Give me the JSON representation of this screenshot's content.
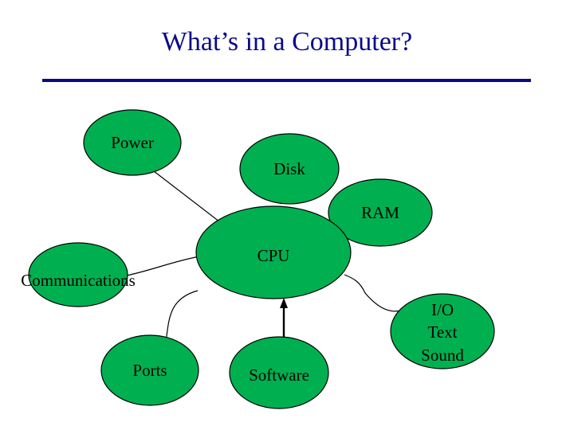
{
  "slide": {
    "title": "What’s in a Computer?"
  },
  "colors": {
    "node_fill": "#00b050",
    "node_stroke": "#000000",
    "title_color": "#0a0a8a",
    "rule_color": "#0a0a8a"
  },
  "nodes": {
    "power": "Power",
    "disk": "Disk",
    "ram": "RAM",
    "cpu": "CPU",
    "communications": "Communications",
    "ports": "Ports",
    "software": "Software",
    "io": [
      "I/O",
      "Text",
      "Sound"
    ]
  }
}
